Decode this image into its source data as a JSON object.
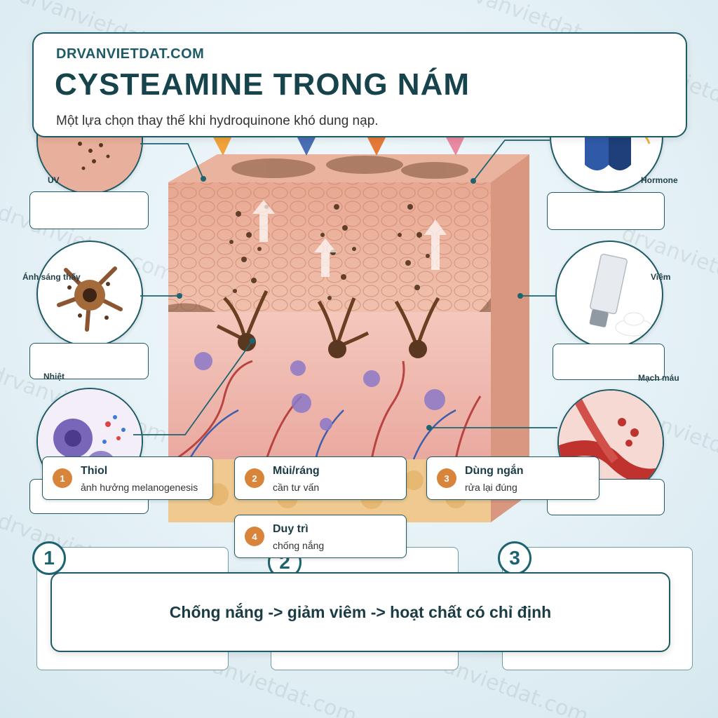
{
  "header": {
    "site": "DRVANVIETDAT.COM",
    "title": "CYSTEAMINE TRONG NÁM",
    "subtitle": "Một lựa chọn thay thế khi hydroquinone khó dung nạp."
  },
  "watermark": "drvanvietdat.com",
  "side_labels": {
    "uv": "UV",
    "visible_light": "Ánh sáng thấy",
    "heat": "Nhiệt",
    "hormone": "Hormone",
    "inflammation": "Viêm",
    "blood_vessels": "Mạch máu"
  },
  "callouts": [
    {
      "number": "1",
      "title": "Thiol",
      "text": "ảnh hưởng melanogenesis"
    },
    {
      "number": "2",
      "title": "Mùi/ráng",
      "text": "cần tư vấn"
    },
    {
      "number": "3",
      "title": "Dùng ngắn",
      "text": "rửa lại đúng"
    },
    {
      "number": "4",
      "title": "Duy trì",
      "text": "chống nắng"
    }
  ],
  "steps": [
    "1",
    "2",
    "3"
  ],
  "banner": "Chống nắng -> giảm viêm -> hoạt chất có chỉ định",
  "colors": {
    "accent": "#1e5b66",
    "badge": "#d9843b",
    "skin": "#eeb9a2",
    "melanin": "#5a3720"
  }
}
